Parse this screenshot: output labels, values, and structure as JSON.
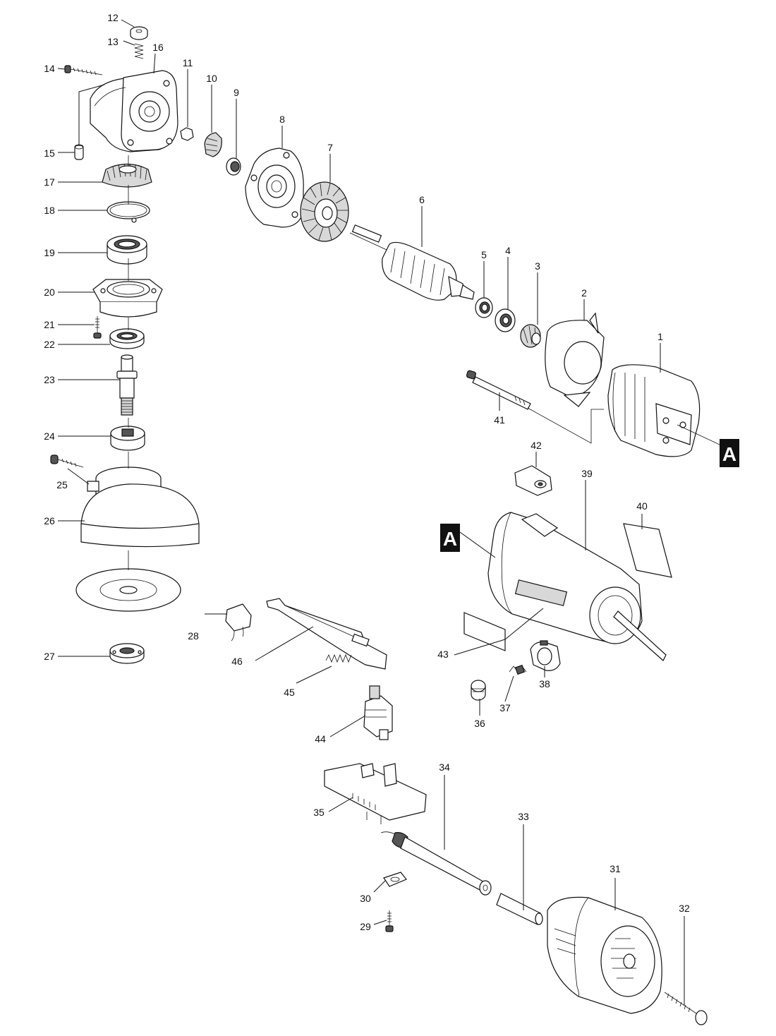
{
  "callouts": {
    "c1": "1",
    "c2": "2",
    "c3": "3",
    "c4": "4",
    "c5": "5",
    "c6": "6",
    "c7": "7",
    "c8": "8",
    "c9": "9",
    "c10": "10",
    "c11": "11",
    "c12": "12",
    "c13": "13",
    "c14": "14",
    "c15": "15",
    "c16": "16",
    "c17": "17",
    "c18": "18",
    "c19": "19",
    "c20": "20",
    "c21": "21",
    "c22": "22",
    "c23": "23",
    "c24": "24",
    "c25": "25",
    "c26": "26",
    "c27": "27",
    "c28": "28",
    "c29": "29",
    "c30": "30",
    "c31": "31",
    "c32": "32",
    "c33": "33",
    "c34": "34",
    "c35": "35",
    "c36": "36",
    "c37": "37",
    "c38": "38",
    "c39": "39",
    "c40": "40",
    "c41": "41",
    "c42": "42",
    "c43": "43",
    "c44": "44",
    "c45": "45",
    "c46": "46"
  },
  "reference_marks": {
    "ref_right": "A",
    "ref_left": "A"
  }
}
